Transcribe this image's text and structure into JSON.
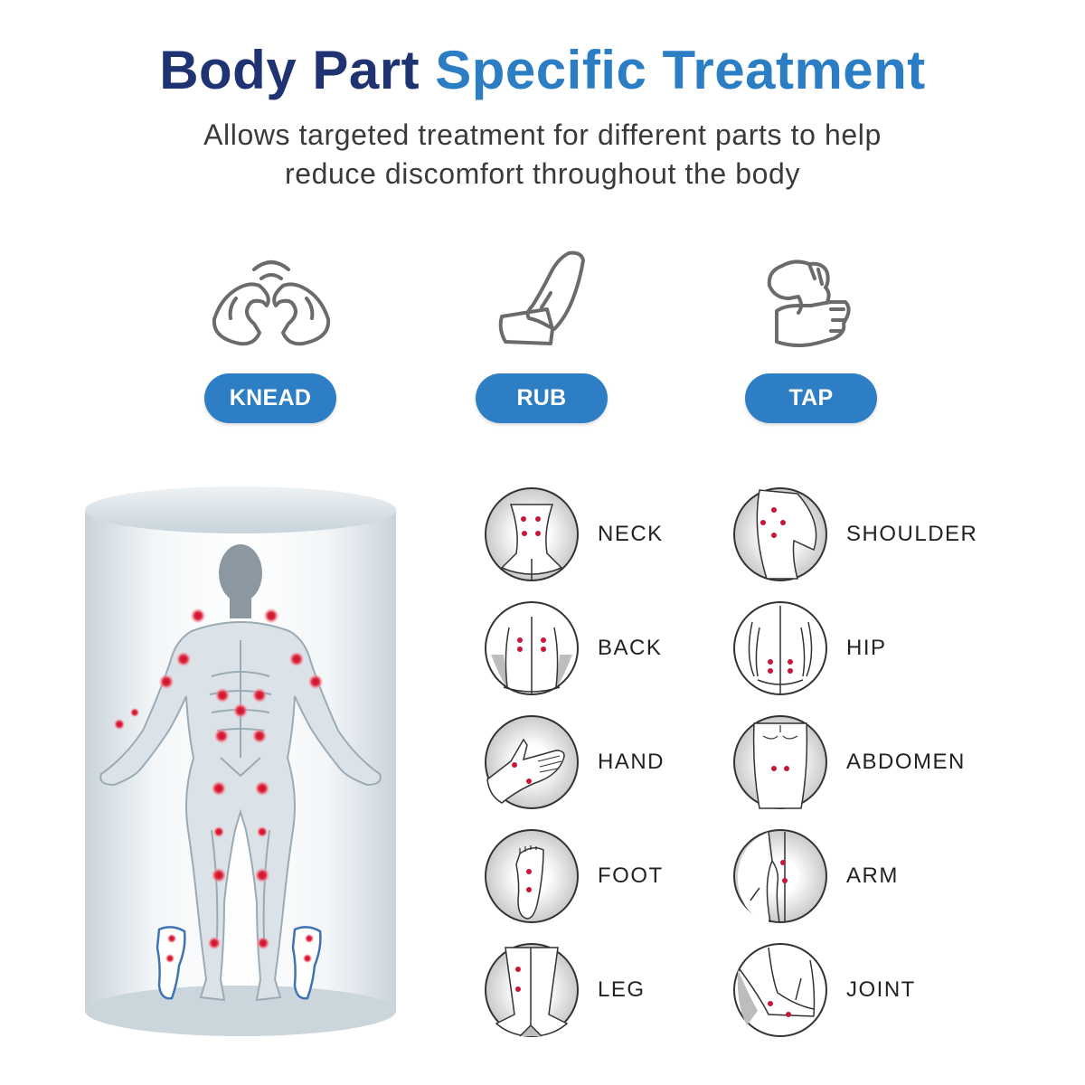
{
  "header": {
    "title_part1": "Body Part",
    "title_part2": "Specific Treatment",
    "subtitle_line1": "Allows targeted treatment for different parts to help",
    "subtitle_line2": "reduce discomfort throughout the body"
  },
  "techniques": [
    {
      "label": "KNEAD",
      "icon": "kneading-hands-icon"
    },
    {
      "label": "RUB",
      "icon": "rubbing-hand-icon"
    },
    {
      "label": "TAP",
      "icon": "tapping-fist-icon"
    }
  ],
  "figure": {
    "icon": "human-body-acupoints-icon",
    "point_color": "#d8253f"
  },
  "body_parts": {
    "left_column": [
      {
        "label": "NECK",
        "icon": "neck-icon"
      },
      {
        "label": "BACK",
        "icon": "back-icon"
      },
      {
        "label": "HAND",
        "icon": "hand-icon"
      },
      {
        "label": "FOOT",
        "icon": "foot-icon"
      },
      {
        "label": "LEG",
        "icon": "leg-icon"
      }
    ],
    "right_column": [
      {
        "label": "SHOULDER",
        "icon": "shoulder-icon"
      },
      {
        "label": "HIP",
        "icon": "hip-icon"
      },
      {
        "label": "ABDOMEN",
        "icon": "abdomen-icon"
      },
      {
        "label": "ARM",
        "icon": "arm-icon"
      },
      {
        "label": "JOINT",
        "icon": "joint-icon"
      }
    ]
  },
  "colors": {
    "title_dark": "#1f3373",
    "title_accent": "#2b7ec3",
    "pill_bg": "#2d7ec4",
    "point_red": "#d8253f"
  }
}
